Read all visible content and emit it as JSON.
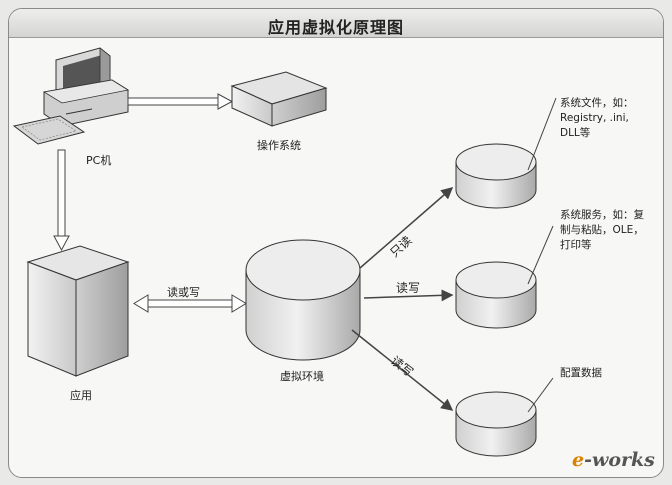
{
  "diagram": {
    "title": "应用虚拟化原理图",
    "nodes": {
      "pc": "PC机",
      "os": "操作系统",
      "app": "应用",
      "venv": "虚拟环境"
    },
    "edges": {
      "app_venv": "读或写",
      "readonly": "只读",
      "readwrite": "读写",
      "readwrite2": "读写"
    },
    "notes": {
      "sysfiles": [
        "系统文件，如：",
        "Registry, .ini,",
        "DLL等"
      ],
      "sysservices": [
        "系统服务，如：复",
        "制与粘贴，OLE，",
        "打印等"
      ],
      "config": "配置数据"
    },
    "watermark": "e-works"
  }
}
